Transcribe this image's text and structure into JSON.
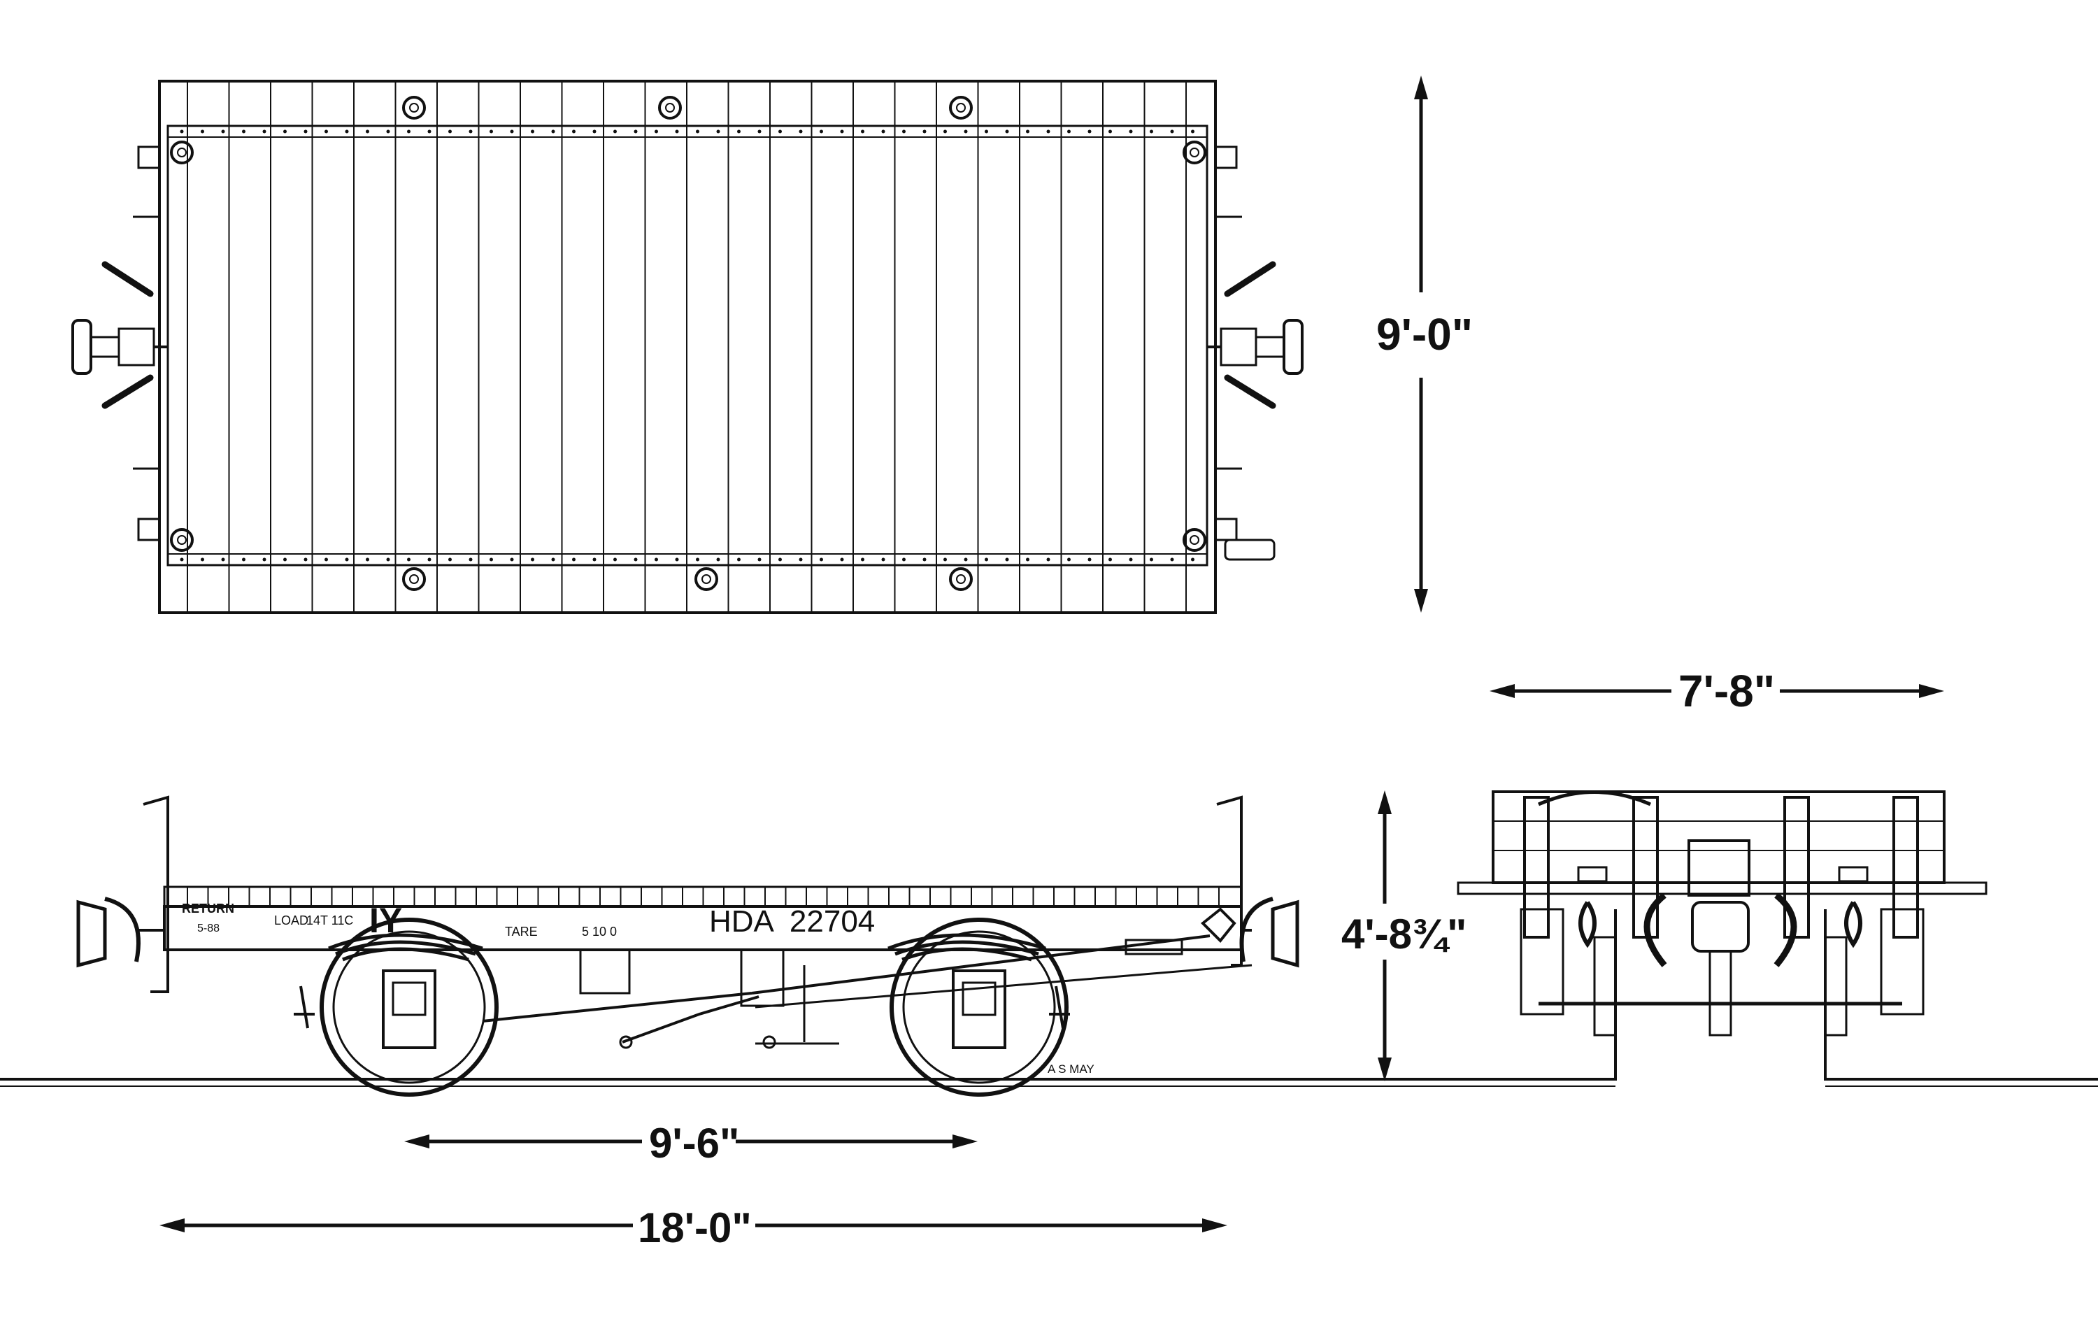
{
  "dimensions": {
    "top_width": "9'-0\"",
    "end_width": "7'-8\"",
    "height": "4'-8¾\"",
    "wheelbase": "9'-6\"",
    "length": "18'-0\""
  },
  "livery": {
    "return_label": "RETURN",
    "return_code": "5-88",
    "load_label": "LOAD",
    "load_value": "14T 11C",
    "code": "IY",
    "tare_label": "TARE",
    "tare_value": "5 10 0",
    "wagon_number": "HDA  22704"
  },
  "credit": "A S MAY"
}
